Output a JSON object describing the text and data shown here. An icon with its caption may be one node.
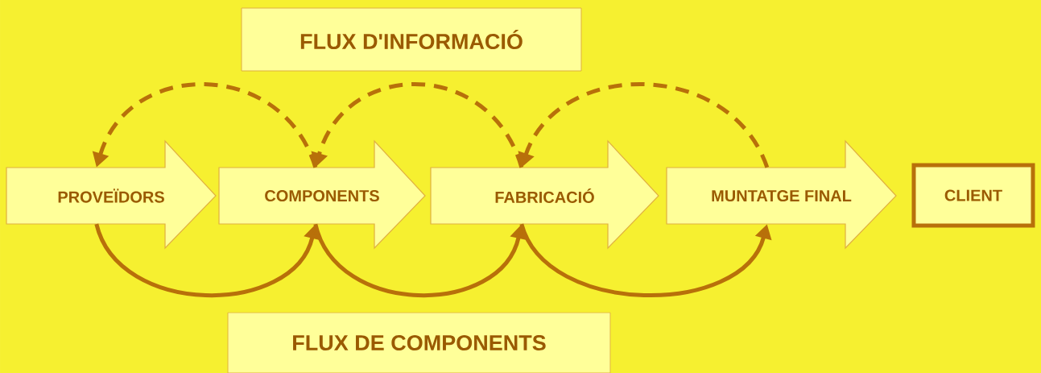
{
  "diagram": {
    "nodes": [
      {
        "text": [
          "PROVEÏDORS"
        ]
      },
      {
        "text": [
          "COMPONENTS"
        ]
      },
      {
        "text": [
          "FABRICACIÓ"
        ]
      },
      {
        "text": [
          "MUNTATGE FINAL"
        ]
      },
      {
        "text": [
          "CLIENT"
        ]
      },
      {
        "text": [
          "FLUX D'INFORMACIÓ"
        ]
      },
      {
        "text": [
          "FLUX DE COMPONENTS"
        ]
      }
    ],
    "edges": [
      {
        "from": 1,
        "to": 0,
        "arrow": "to",
        "style": "dashed"
      },
      {
        "from": 2,
        "to": 1,
        "arrow": "to",
        "style": "dashed"
      },
      {
        "from": 3,
        "to": 2,
        "arrow": "to",
        "style": "dashed"
      },
      {
        "from": 0,
        "to": 1,
        "arrow": "to"
      },
      {
        "from": 1,
        "to": 2,
        "arrow": "to"
      },
      {
        "from": 2,
        "to": 3,
        "arrow": "to"
      }
    ]
  }
}
